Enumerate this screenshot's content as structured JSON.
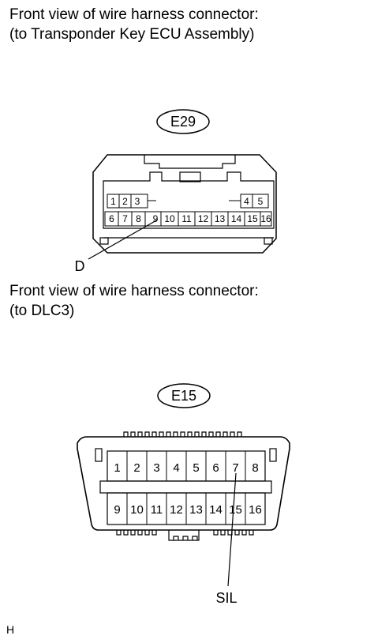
{
  "captions": {
    "connector1": {
      "line1": "Front view of wire harness connector:",
      "line2": "(to Transponder Key ECU Assembly)"
    },
    "connector2": {
      "line1": "Front view of wire harness connector:",
      "line2": "(to DLC3)"
    }
  },
  "connectors": {
    "e29": {
      "label": "E29",
      "top_row": [
        "1",
        "2",
        "3",
        "4",
        "5"
      ],
      "bottom_row": [
        "6",
        "7",
        "8",
        "9",
        "10",
        "11",
        "12",
        "13",
        "14",
        "15",
        "16"
      ],
      "callout": "D",
      "callout_pin": "9"
    },
    "e15": {
      "label": "E15",
      "top_row": [
        "1",
        "2",
        "3",
        "4",
        "5",
        "6",
        "7",
        "8"
      ],
      "bottom_row": [
        "9",
        "10",
        "11",
        "12",
        "13",
        "14",
        "15",
        "16"
      ],
      "callout": "SIL",
      "callout_pin": "7"
    }
  },
  "corner_mark": "H"
}
